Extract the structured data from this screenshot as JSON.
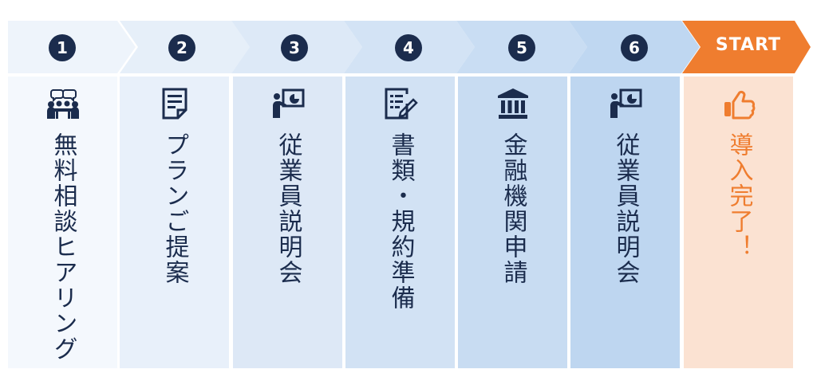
{
  "colors": {
    "navy": "#1b2c4d",
    "orange": "#ef7d2f",
    "start_bg": "#fbe2d2"
  },
  "steps": [
    {
      "number": "1",
      "label": "無料相談ヒアリング",
      "icon": "meeting-icon",
      "header_color": "#eef4fb",
      "body_color": "#f4f8fd"
    },
    {
      "number": "2",
      "label": "プランご提案",
      "icon": "document-icon",
      "header_color": "#e6eff9",
      "body_color": "#e8f0fa"
    },
    {
      "number": "3",
      "label": "従業員説明会",
      "icon": "presentation-icon",
      "header_color": "#dde9f7",
      "body_color": "#dde8f6"
    },
    {
      "number": "4",
      "label": "書類・規約準備",
      "icon": "form-edit-icon",
      "header_color": "#d3e3f5",
      "body_color": "#d2e2f4"
    },
    {
      "number": "5",
      "label": "金融機関申請",
      "icon": "bank-icon",
      "header_color": "#c9ddf3",
      "body_color": "#c8dcf2"
    },
    {
      "number": "6",
      "label": "従業員説明会",
      "icon": "presentation-icon",
      "header_color": "#bfd7f1",
      "body_color": "#bed6f0"
    }
  ],
  "start": {
    "label": "START",
    "text": "導入完了！",
    "icon": "thumbs-up-icon"
  }
}
